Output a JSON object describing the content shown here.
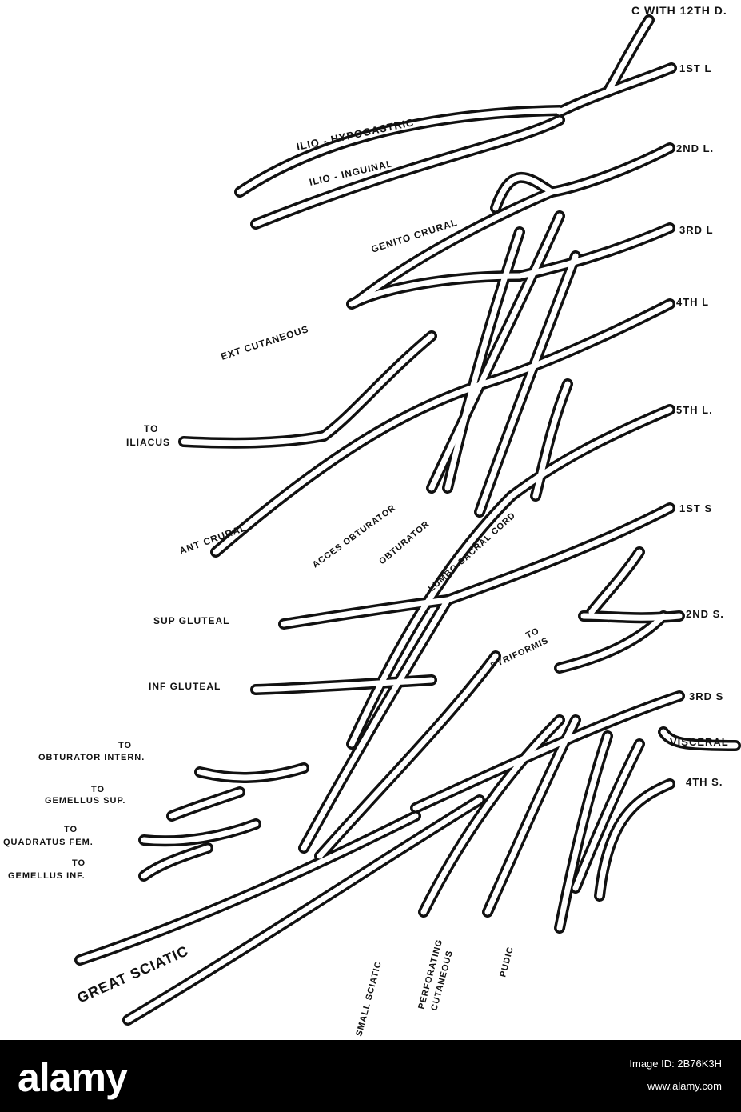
{
  "labels": {
    "c_with_12th_d": "C WITH 12TH D.",
    "l1": "1ST L",
    "l2": "2ND L.",
    "l3": "3RD L",
    "l4": "4TH L",
    "l5": "5TH L.",
    "s1": "1ST S",
    "s2": "2ND S.",
    "s3": "3RD S",
    "s4": "4TH S.",
    "visceral": "VISCERAL",
    "ilio_hypogastric": "ILIO - HYPOGASTRIC",
    "ilio_inguinal": "ILIO - INGUINAL",
    "genito_crural": "GENITO CRURAL",
    "ext_cutaneous": "EXT CUTANEOUS",
    "to_iliacus_1": "TO",
    "to_iliacus_2": "ILIACUS",
    "ant_crural": "ANT CRURAL",
    "acces_obturator": "ACCES OBTURATOR",
    "obturator": "OBTURATOR",
    "lumbo_sacral_cord": "LUMBO-SACRAL CORD",
    "sup_gluteal": "SUP GLUTEAL",
    "inf_gluteal": "INF GLUTEAL",
    "to_pyriformis_1": "TO",
    "to_pyriformis_2": "PYRIFORMIS",
    "to_obturator_1": "TO",
    "to_obturator_2": "OBTURATOR INTERN.",
    "to_gemellus_sup_1": "TO",
    "to_gemellus_sup_2": "GEMELLUS SUP.",
    "to_quadratus_1": "TO",
    "to_quadratus_2": "QUADRATUS FEM.",
    "to_gemellus_inf_1": "TO",
    "to_gemellus_inf_2": "GEMELLUS INF.",
    "great_sciatic": "GREAT SCIATIC",
    "small_sciatic": "SMALL SCIATIC",
    "perforating_1": "PERFORATING",
    "perforating_2": "CUTANEOUS",
    "pudic": "PUDIC"
  },
  "watermark": {
    "logo": "alamy",
    "image_id": "Image ID: 2B76K3H",
    "url": "www.alamy.com"
  }
}
